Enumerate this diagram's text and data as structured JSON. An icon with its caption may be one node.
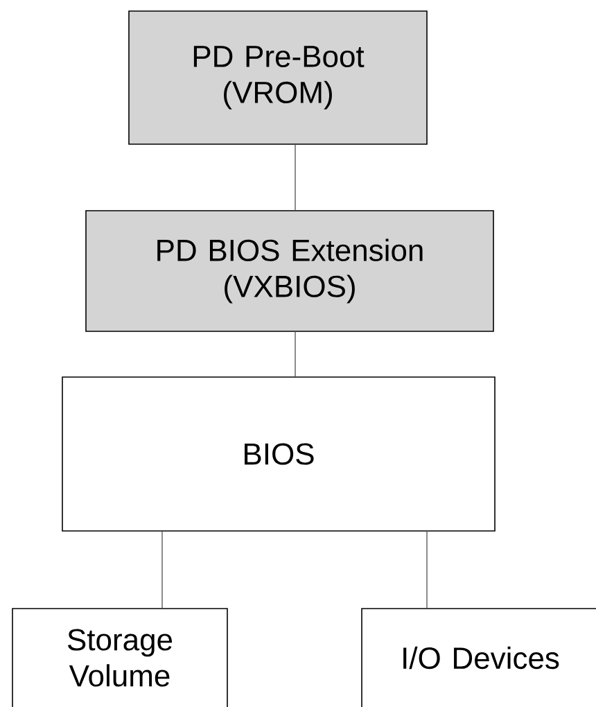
{
  "diagram": {
    "nodes": [
      {
        "text": [
          "PD Pre-Boot (VROM)"
        ]
      },
      {
        "text": [
          "PD BIOS Extension (VXBIOS)"
        ]
      },
      {
        "text": [
          "BIOS"
        ]
      },
      {
        "text": [
          "Storage Volume"
        ]
      },
      {
        "text": [
          "I/O Devices"
        ]
      }
    ],
    "edges": [
      {
        "from": 0,
        "to": 1,
        "arrow": "none"
      },
      {
        "from": 1,
        "to": 2,
        "arrow": "none"
      },
      {
        "from": 2,
        "to": 3,
        "arrow": "none"
      },
      {
        "from": 2,
        "to": 4,
        "arrow": "none"
      }
    ]
  }
}
